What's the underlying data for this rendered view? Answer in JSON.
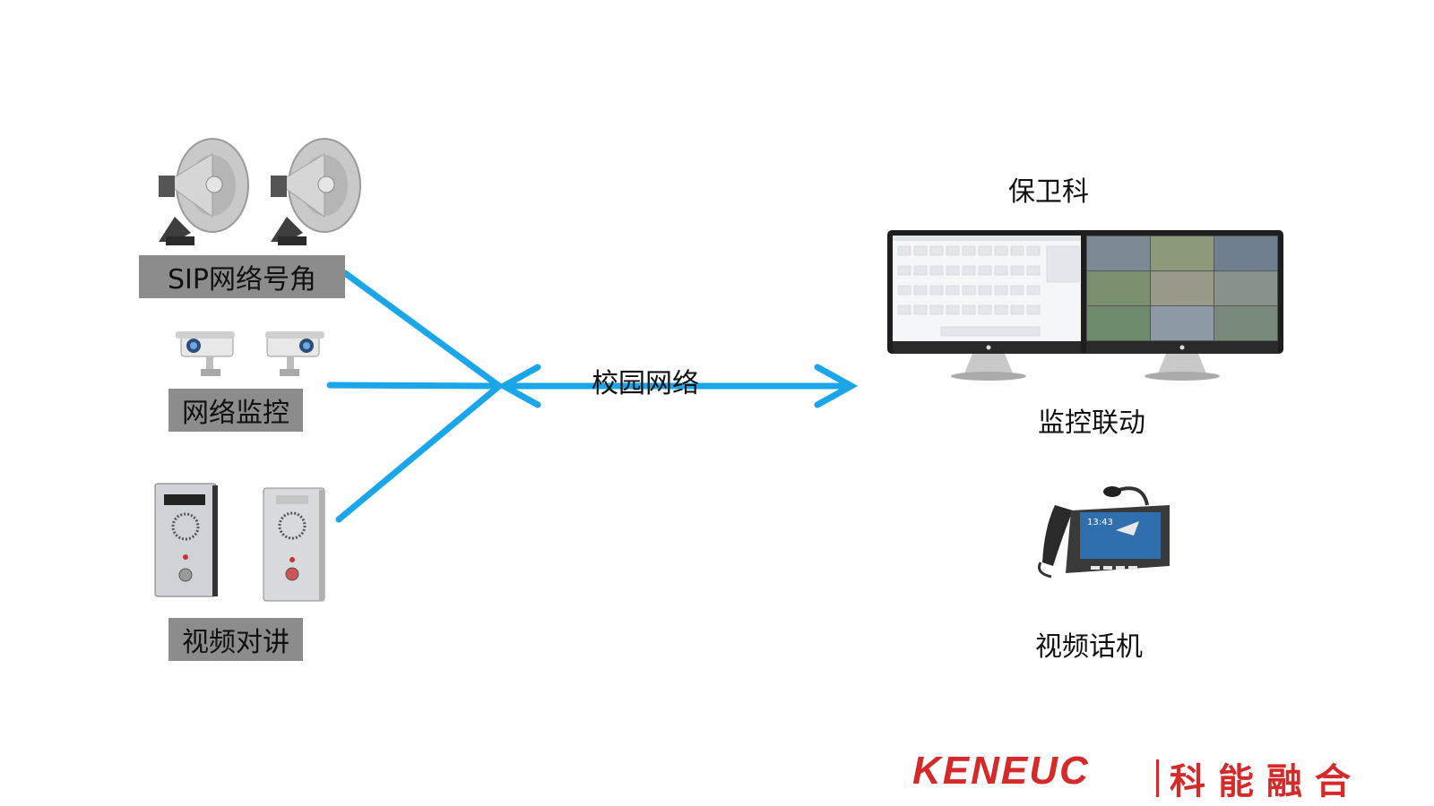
{
  "left_devices": {
    "horn": {
      "label": "SIP网络号角"
    },
    "camera": {
      "label": "网络监控"
    },
    "intercom": {
      "label": "视频对讲"
    }
  },
  "network": {
    "label": "校园网络"
  },
  "right_devices": {
    "security": {
      "label": "保卫科"
    },
    "monitor": {
      "label": "监控联动"
    },
    "phone": {
      "label": "视频话机",
      "screen_time": "13:43"
    }
  },
  "brand": {
    "latin": "KENEUC",
    "chinese": "科能融合"
  },
  "colors": {
    "arrow": "#1aa6e8",
    "label_bg": "#8c8c8c",
    "brand": "#d42a2a"
  }
}
